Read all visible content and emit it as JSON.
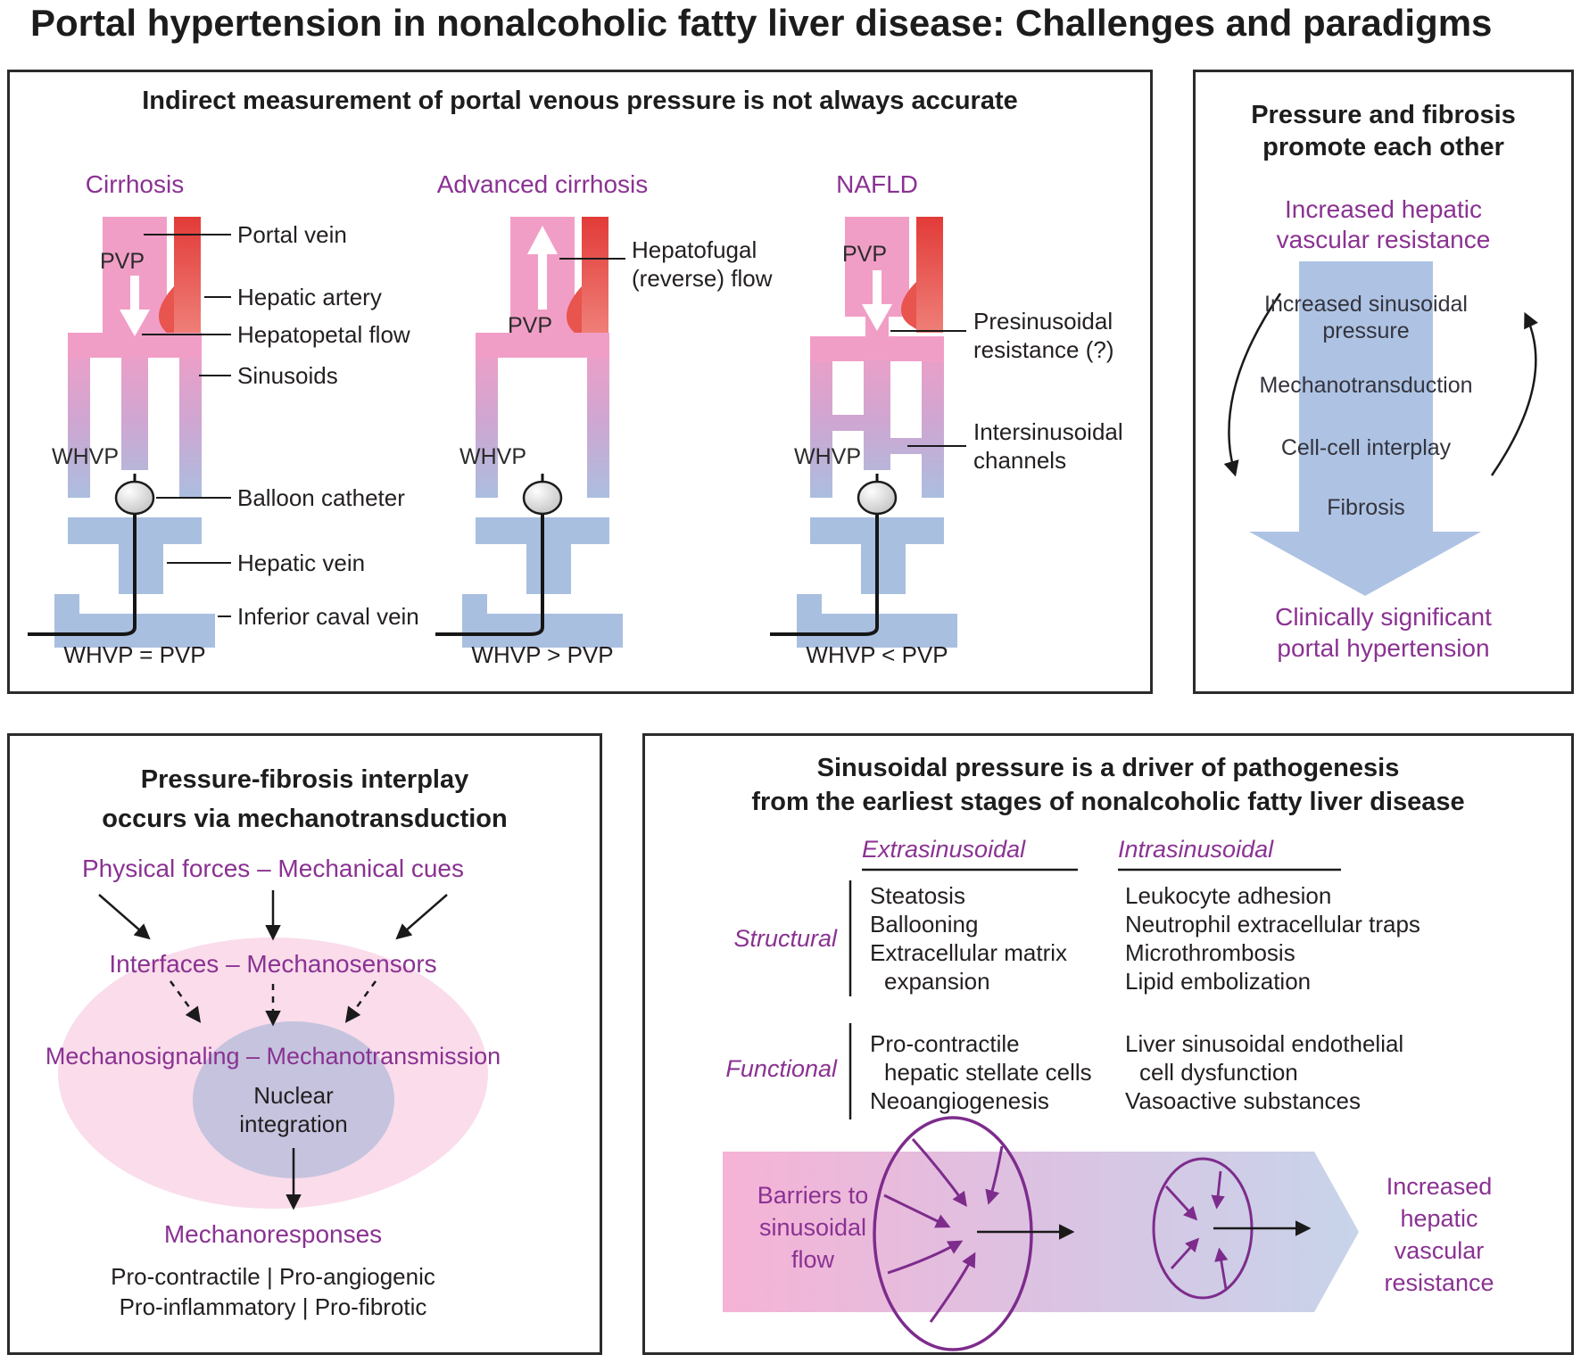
{
  "title": "Portal hypertension in nonalcoholic fatty liver disease: Challenges and paradigms",
  "colors": {
    "accent_purple": "#8a3292",
    "diagram_pink": "#F19EC6",
    "diagram_blue": "#A9BFE0",
    "artery_red": "#E23B38",
    "big_arrow_blue": "#AEC3E3",
    "flow_purple": "#7D2C8C"
  },
  "panel_measurement": {
    "heading": "Indirect measurement of portal venous pressure is not always accurate",
    "diagrams": [
      {
        "label": "Cirrhosis",
        "pvp": "PVP",
        "whvp": "WHVP",
        "caption": "WHVP = PVP",
        "annotations": [
          "Portal vein",
          "Hepatic artery",
          "Hepatopetal flow",
          "Sinusoids",
          "Balloon catheter",
          "Hepatic vein",
          "Inferior caval vein"
        ]
      },
      {
        "label": "Advanced cirrhosis",
        "pvp": "PVP",
        "whvp": "WHVP",
        "caption": "WHVP > PVP",
        "annotations": [
          "Hepatofugal",
          "(reverse) flow"
        ]
      },
      {
        "label": "NAFLD",
        "pvp": "PVP",
        "whvp": "WHVP",
        "caption": "WHVP < PVP",
        "annotations": [
          "Presinusoidal",
          "resistance (?)",
          "Intersinusoidal",
          "channels"
        ]
      }
    ]
  },
  "panel_cycle": {
    "heading_line1": "Pressure and fibrosis",
    "heading_line2": "promote each other",
    "top_line1": "Increased hepatic",
    "top_line2": "vascular resistance",
    "steps": [
      "Increased sinusoidal",
      "pressure",
      "Mechanotransduction",
      "Cell-cell interplay",
      "Fibrosis"
    ],
    "bottom_line1": "Clinically significant",
    "bottom_line2": "portal hypertension"
  },
  "panel_mechano": {
    "heading_line1": "Pressure-fibrosis interplay",
    "heading_line2": "occurs via mechanotransduction",
    "level1": "Physical forces – Mechanical cues",
    "level2": "Interfaces – Mechanosensors",
    "level3": "Mechanosignaling – Mechanotransmission",
    "nucleus_line1": "Nuclear",
    "nucleus_line2": "integration",
    "level4": "Mechanoresponses",
    "responses_line1": "Pro-contractile | Pro-angiogenic",
    "responses_line2": "Pro-inflammatory | Pro-fibrotic"
  },
  "panel_sinusoidal": {
    "heading_line1": "Sinusoidal pressure is a driver of pathogenesis",
    "heading_line2": "from the earliest stages of nonalcoholic fatty liver disease",
    "col1_header": "Extrasinusoidal",
    "col2_header": "Intrasinusoidal",
    "row1_label": "Structural",
    "row2_label": "Functional",
    "structural_extra": [
      "Steatosis",
      "Ballooning",
      "Extracellular matrix",
      "expansion"
    ],
    "structural_intra": [
      "Leukocyte adhesion",
      "Neutrophil extracellular traps",
      "Microthrombosis",
      "Lipid embolization"
    ],
    "functional_extra": [
      "Pro-contractile",
      "hepatic stellate cells",
      "Neoangiogenesis"
    ],
    "functional_intra": [
      "Liver sinusoidal endothelial",
      "cell dysfunction",
      "Vasoactive substances"
    ],
    "flow_left_line1": "Barriers to",
    "flow_left_line2": "sinusoidal",
    "flow_left_line3": "flow",
    "flow_right_line1": "Increased",
    "flow_right_line2": "hepatic",
    "flow_right_line3": "vascular",
    "flow_right_line4": "resistance"
  }
}
